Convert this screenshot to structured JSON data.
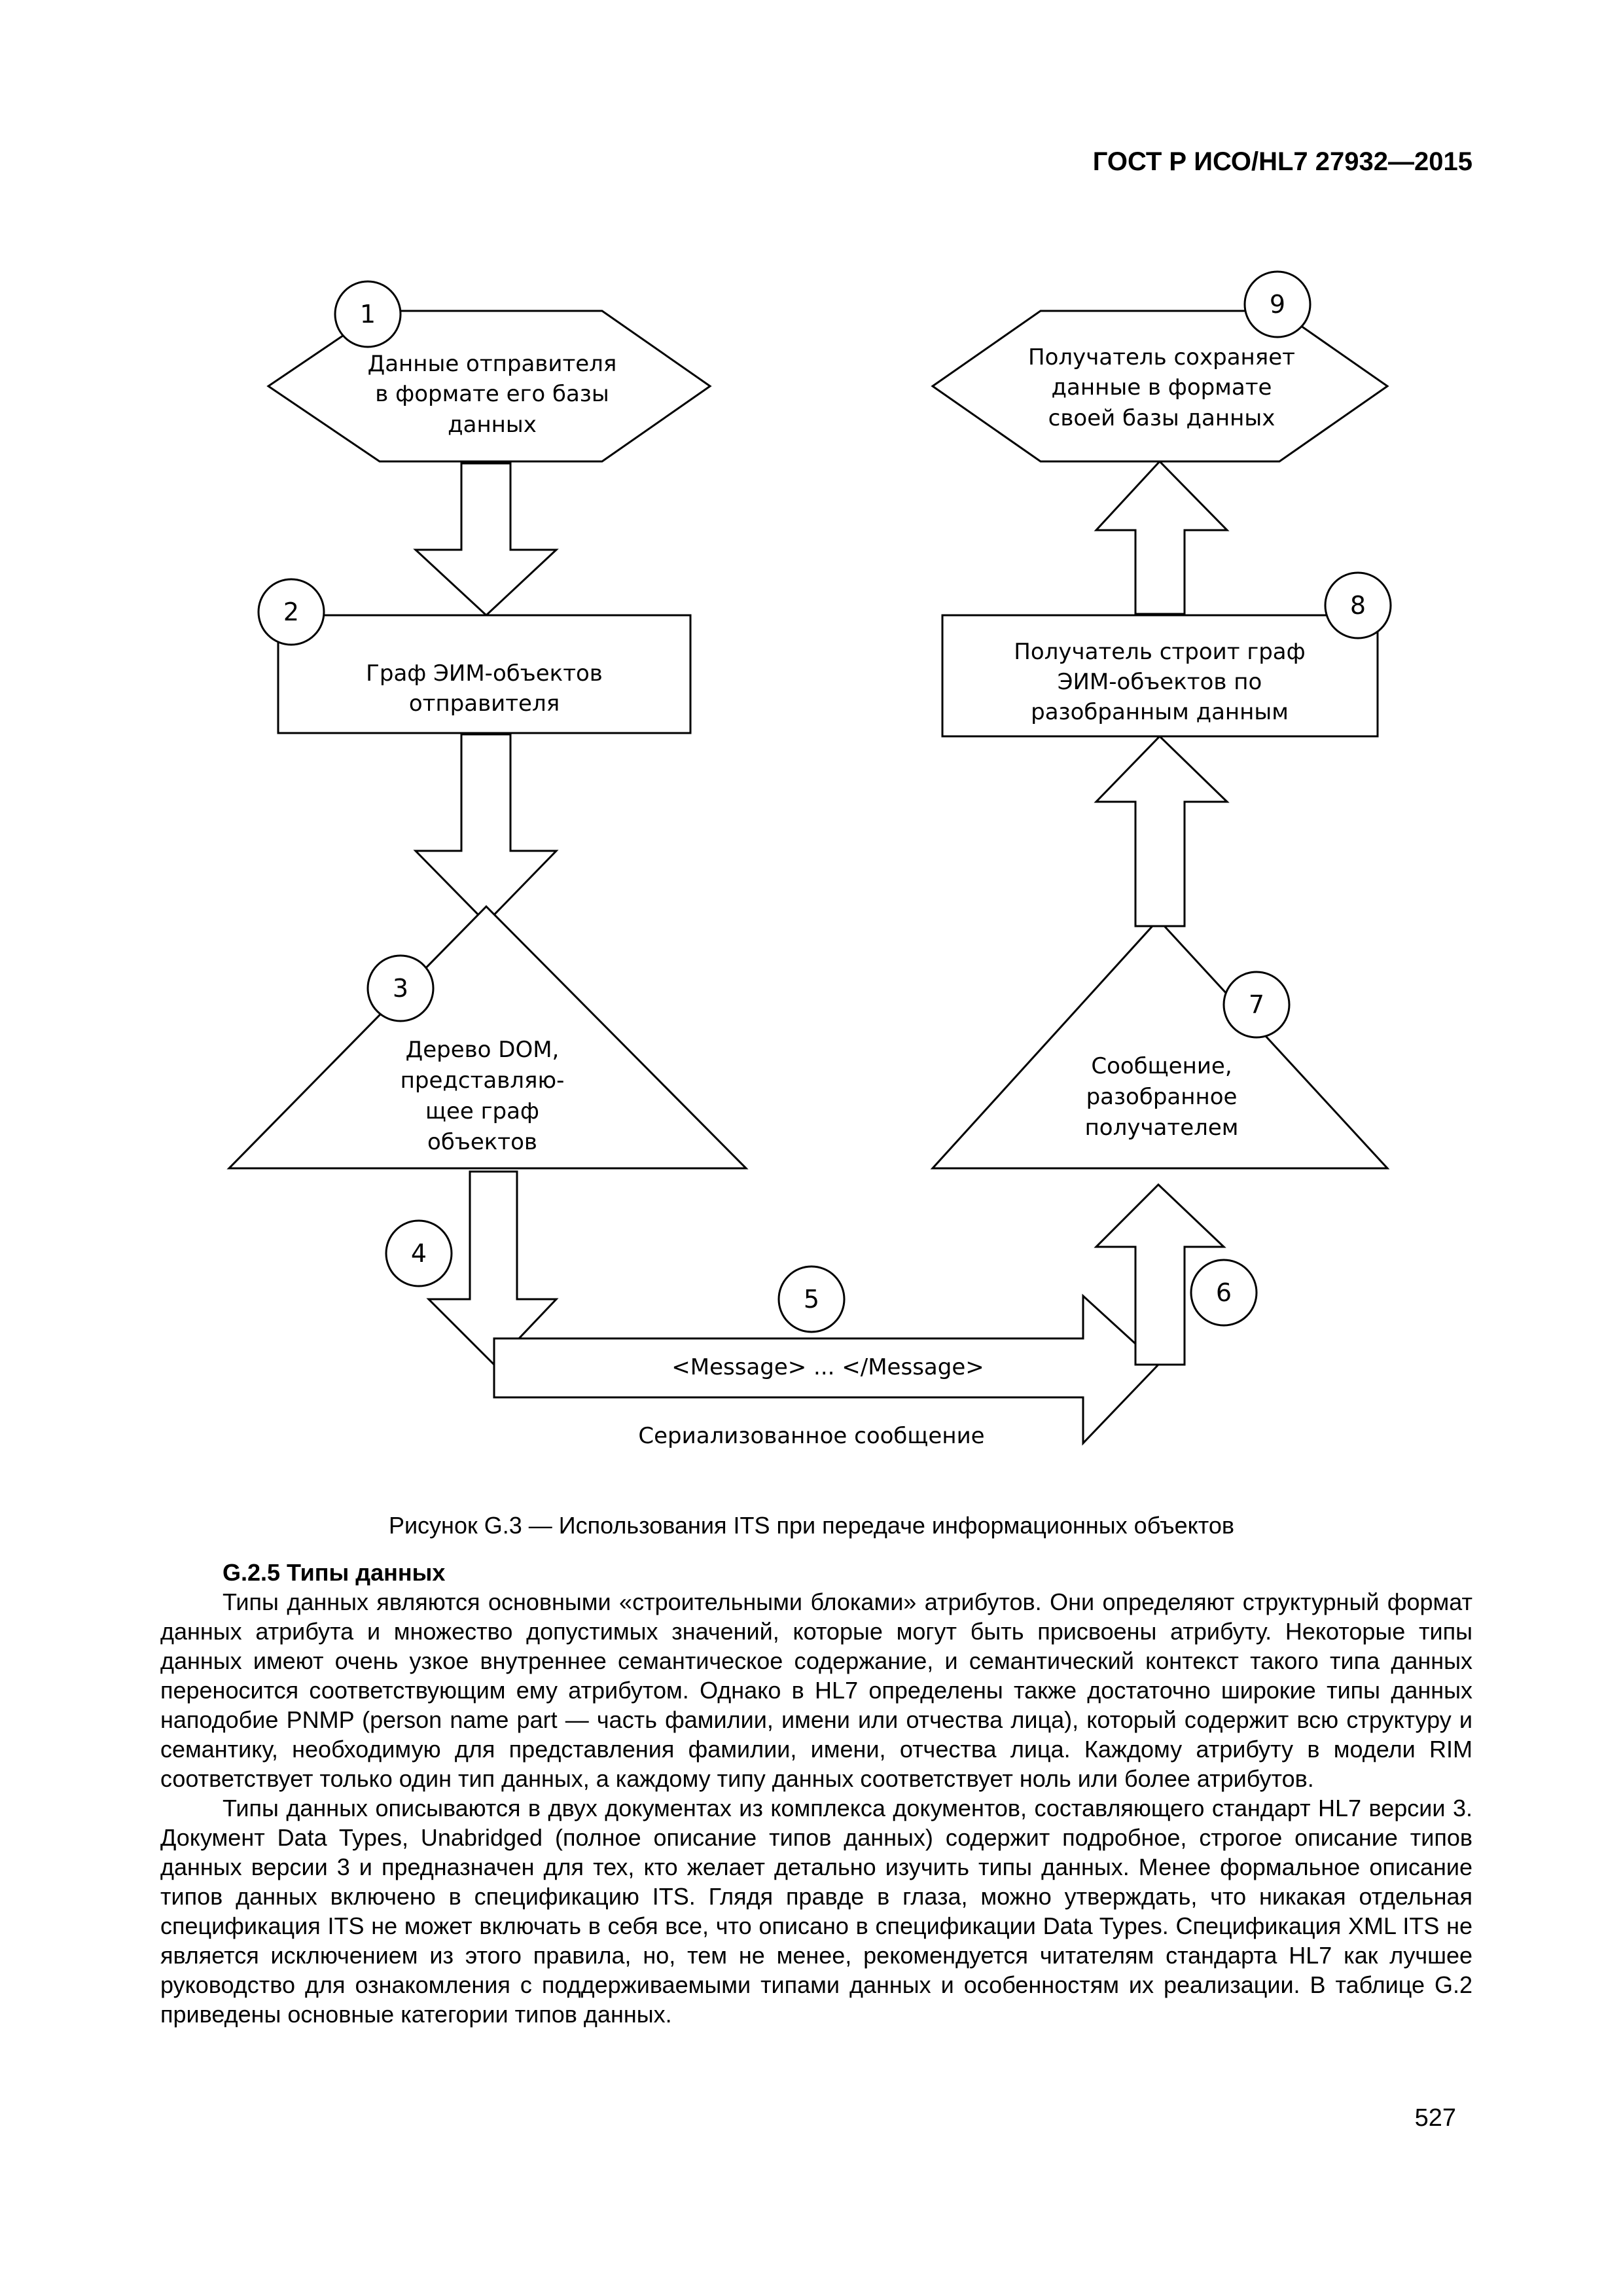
{
  "header": {
    "standard": "ГОСТ Р ИСО/HL7 27932—2015"
  },
  "diagram": {
    "nodes": [
      {
        "num": "1",
        "lines": [
          "Данные отправителя",
          "в формате его базы",
          "данных"
        ]
      },
      {
        "num": "2",
        "lines": [
          "Граф ЭИМ-объектов",
          "отправителя"
        ]
      },
      {
        "num": "3",
        "lines": [
          "Дерево DOM,",
          "представляю-",
          "щее граф",
          "объектов"
        ]
      },
      {
        "num": "4"
      },
      {
        "num": "5",
        "lines": [
          "<Message> ... </Message>"
        ]
      },
      {
        "num": "6"
      },
      {
        "num": "7",
        "lines": [
          "Сообщение,",
          "разобранное",
          "получателем"
        ]
      },
      {
        "num": "8",
        "lines": [
          "Получатель строит граф",
          "ЭИМ-объектов по",
          "разобранным данным"
        ]
      },
      {
        "num": "9",
        "lines": [
          "Получатель сохраняет",
          "данные в формате",
          "своей базы данных"
        ]
      }
    ],
    "serialized_label": "Сериализованное сообщение"
  },
  "caption": "Рисунок G.3 — Использования ITS при передаче информационных объектов",
  "section": {
    "heading": "G.2.5 Типы данных",
    "paragraphs": [
      "Типы данных являются основными «строительными блоками» атрибутов. Они определяют структурный формат данных атрибута и множество допустимых значений, которые могут быть присвоены атрибуту. Некоторые типы данных имеют очень узкое внутреннее семантическое содержание, и семантический контекст такого типа данных переносится соответствующим ему атрибутом. Однако в HL7 определены также достаточно широкие типы данных наподобие PNMP (person name part — часть фамилии, имени или отчества лица), который содержит всю структуру и семантику, необходимую для представления фамилии, имени, отчества лица. Каждому атрибуту в модели RIM соответствует только один тип данных, а каждому типу данных соответствует ноль или более атрибутов.",
      "Типы данных описываются в двух документах из комплекса документов, составляющего стандарт HL7 версии 3. Документ Data Types, Unabridged (полное описание типов данных) содержит подробное, строгое описание типов данных версии 3 и предназначен для тех, кто желает детально изучить типы данных. Менее формальное описание типов данных включено в спецификацию ITS. Глядя правде в глаза, можно утверждать, что никакая отдельная спецификация ITS не может включать в себя все, что описано в спецификации Data Types. Спецификация XML ITS не является исключением из этого правила, но, тем не менее, рекомендуется читателям стандарта HL7 как лучшее руководство для ознакомления с поддерживаемыми типами данных и особенностям их реализации. В таблице G.2 приведены основные категории типов данных."
    ]
  },
  "page_number": "527"
}
